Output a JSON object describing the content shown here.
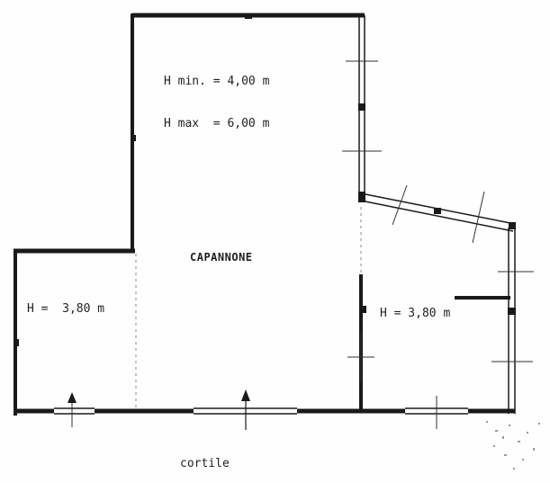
{
  "labels": {
    "h_min": "H min. = 4,00 m",
    "h_max": "H max  = 6,00 m",
    "capannone": "CAPANNONE",
    "h_left": "H =  3,80 m",
    "h_right": "H = 3,80 m",
    "cortile": "cortile"
  },
  "colors": {
    "wall": "#1a1a1a",
    "thin": "#333333",
    "dashed": "#888888"
  },
  "icons": [
    "arrow-up-icon",
    "arrow-up-icon"
  ]
}
